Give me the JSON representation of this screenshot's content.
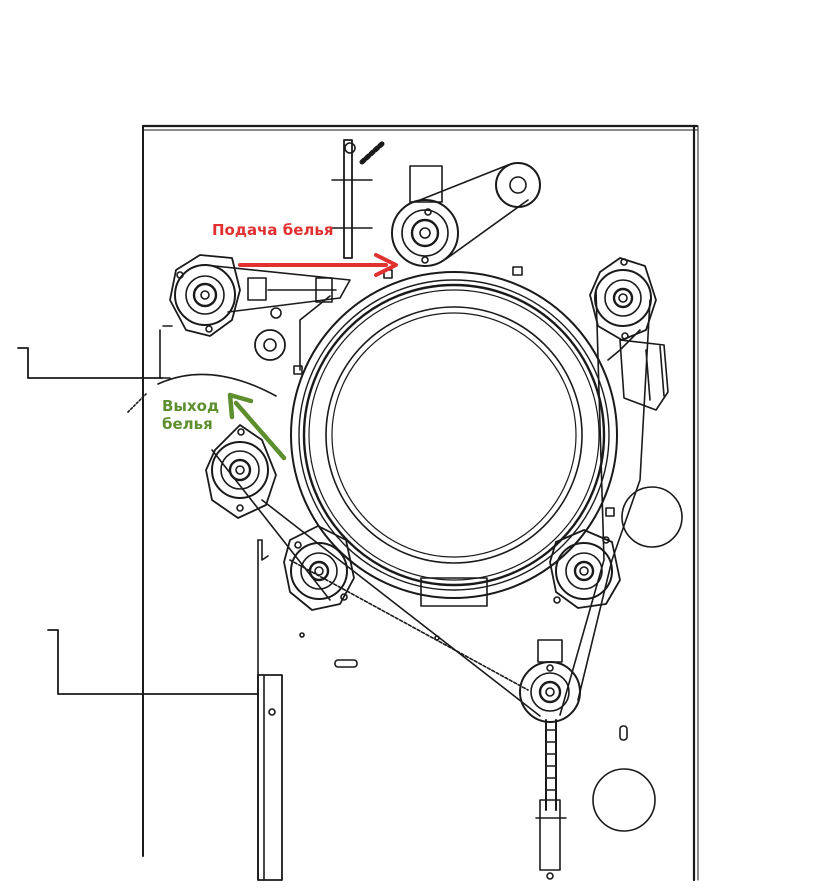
{
  "labels": {
    "feed": "Подача белья",
    "exit_line1": "Выход",
    "exit_line2": "белья"
  },
  "colors": {
    "feed": "#e03030",
    "exit": "#5e8f2e",
    "ink": "#1a1a1a",
    "paper": "#ffffff"
  },
  "icons": {
    "feed_arrow": "arrow-right-icon",
    "exit_arrow": "arrow-up-left-icon"
  }
}
